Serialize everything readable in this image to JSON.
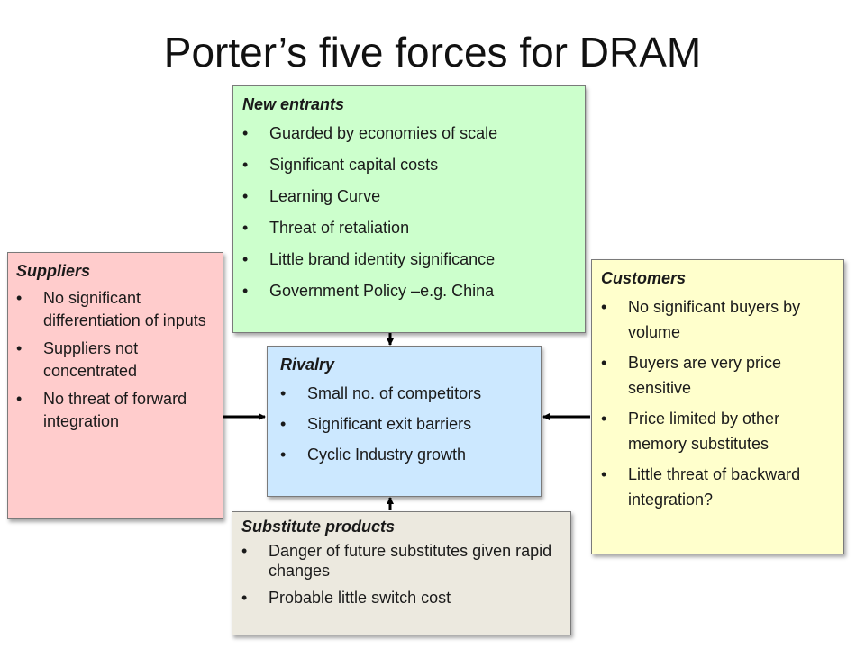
{
  "title": "Porter’s five forces for DRAM",
  "bullet_char": "•",
  "new_entrants": {
    "heading": "New entrants",
    "items": [
      "Guarded by economies of scale",
      "Significant capital costs",
      "Learning Curve",
      "Threat of retaliation",
      "Little brand identity significance",
      "Government Policy –e.g. China"
    ]
  },
  "suppliers": {
    "heading": "Suppliers",
    "items": [
      "No significant differentiation of inputs",
      "Suppliers not concentrated",
      "No threat of forward integration"
    ]
  },
  "rivalry": {
    "heading": "Rivalry",
    "items": [
      "Small no. of competitors",
      "Significant exit barriers",
      "Cyclic Industry growth"
    ]
  },
  "customers": {
    "heading": "Customers",
    "items": [
      "No significant buyers by volume",
      "Buyers are very price sensitive",
      "Price limited by other memory substitutes",
      "Little threat of backward integration?"
    ]
  },
  "substitutes": {
    "heading": "Substitute products",
    "items": [
      "Danger of future substitutes given rapid changes",
      "Probable little switch cost"
    ]
  },
  "colors": {
    "new_entrants": "#ccffcc",
    "suppliers": "#ffcccc",
    "rivalry": "#cce8ff",
    "customers": "#ffffcc",
    "substitutes": "#ece9df",
    "arrow": "#000000"
  }
}
